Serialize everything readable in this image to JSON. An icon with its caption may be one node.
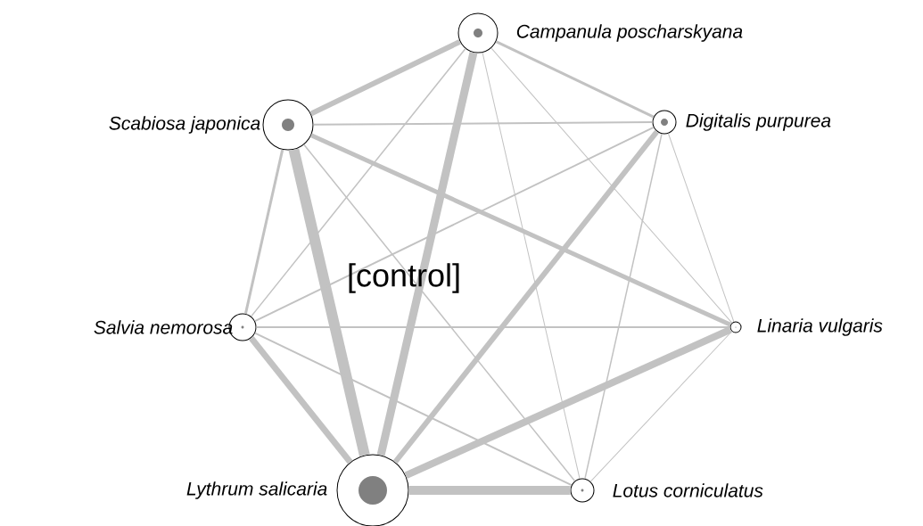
{
  "diagram": {
    "title": "[control]",
    "nodes": [
      {
        "text": [
          "Campanula poscharskyana"
        ]
      },
      {
        "text": [
          "Scabiosa japonica"
        ]
      },
      {
        "text": [
          "Digitalis purpurea"
        ]
      },
      {
        "text": [
          "Salvia nemorosa"
        ]
      },
      {
        "text": [
          "Linaria vulgaris"
        ]
      },
      {
        "text": [
          "Lythrum salicaria"
        ]
      },
      {
        "text": [
          "Lotus corniculatus"
        ]
      }
    ],
    "edges": [
      {
        "from": 1,
        "to": 0,
        "arrow": "none",
        "style": "thick"
      },
      {
        "from": 0,
        "to": 2,
        "arrow": "none"
      },
      {
        "from": 0,
        "to": 3,
        "arrow": "none"
      },
      {
        "from": 0,
        "to": 5,
        "arrow": "none",
        "style": "thick"
      },
      {
        "from": 0,
        "to": 6,
        "arrow": "none"
      },
      {
        "from": 0,
        "to": 4,
        "arrow": "none"
      },
      {
        "from": 1,
        "to": 2,
        "arrow": "none"
      },
      {
        "from": 1,
        "to": 3,
        "arrow": "none"
      },
      {
        "from": 1,
        "to": 5,
        "arrow": "none",
        "style": "thick"
      },
      {
        "from": 1,
        "to": 4,
        "arrow": "none",
        "style": "thick"
      },
      {
        "from": 1,
        "to": 6,
        "arrow": "none"
      },
      {
        "from": 2,
        "to": 3,
        "arrow": "none"
      },
      {
        "from": 2,
        "to": 5,
        "arrow": "none",
        "style": "thick"
      },
      {
        "from": 2,
        "to": 6,
        "arrow": "none"
      },
      {
        "from": 2,
        "to": 4,
        "arrow": "none"
      },
      {
        "from": 3,
        "to": 4,
        "arrow": "none"
      },
      {
        "from": 3,
        "to": 5,
        "arrow": "none",
        "style": "thick"
      },
      {
        "from": 3,
        "to": 6,
        "arrow": "none"
      },
      {
        "from": 4,
        "to": 5,
        "arrow": "none",
        "style": "thick"
      },
      {
        "from": 4,
        "to": 6,
        "arrow": "none"
      },
      {
        "from": 5,
        "to": 6,
        "arrow": "none",
        "style": "thick"
      }
    ]
  }
}
